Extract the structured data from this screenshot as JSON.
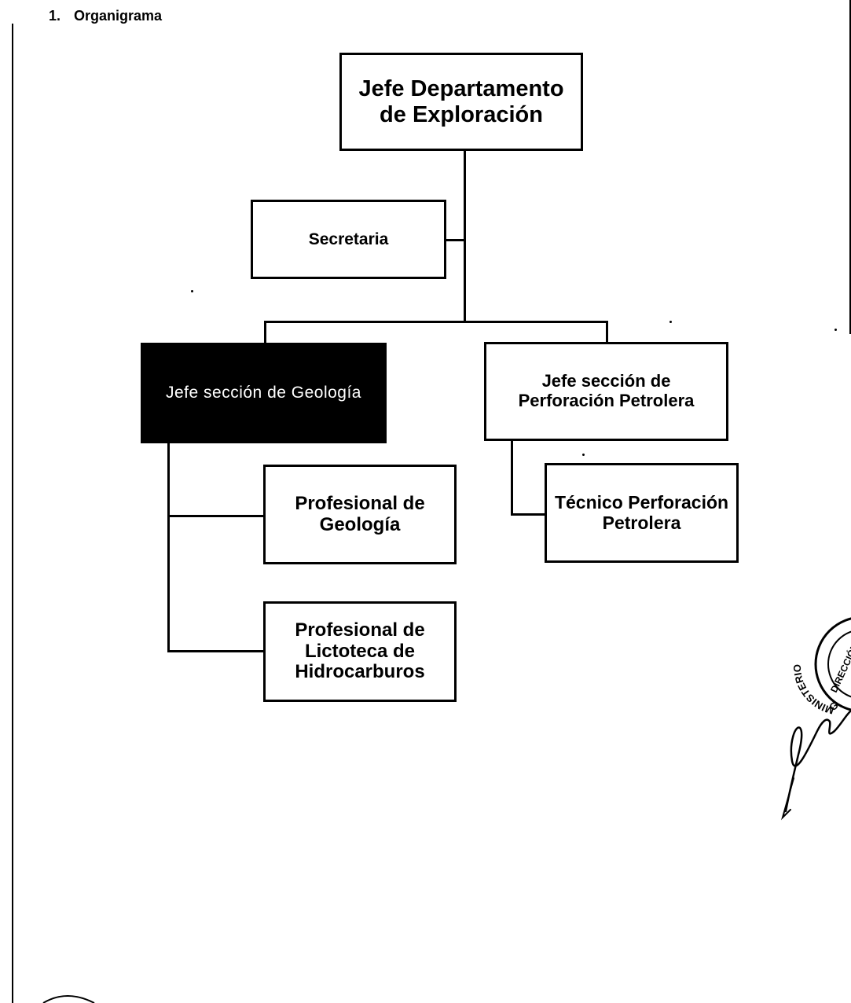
{
  "heading": {
    "number": "1.",
    "title": "Organigrama"
  },
  "orgchart": {
    "root": "Jefe Departamento\nde Exploración",
    "assistant": "Secretaria",
    "section_geology": "Jefe sección de Geología",
    "section_drilling": "Jefe sección de\nPerforación Petrolera",
    "geology_professional": "Profesional de\nGeología",
    "lithotheque_professional": "Profesional de\nLictoteca de\nHidrocarburos",
    "drilling_technician": "Técnico Perforación\nPetrolera"
  },
  "stamp": {
    "text": "MINISTERIO DIRECCIÓN G"
  },
  "colors": {
    "line": "#000000",
    "dark_box": "#000000",
    "dark_box_text": "#ffffff"
  }
}
